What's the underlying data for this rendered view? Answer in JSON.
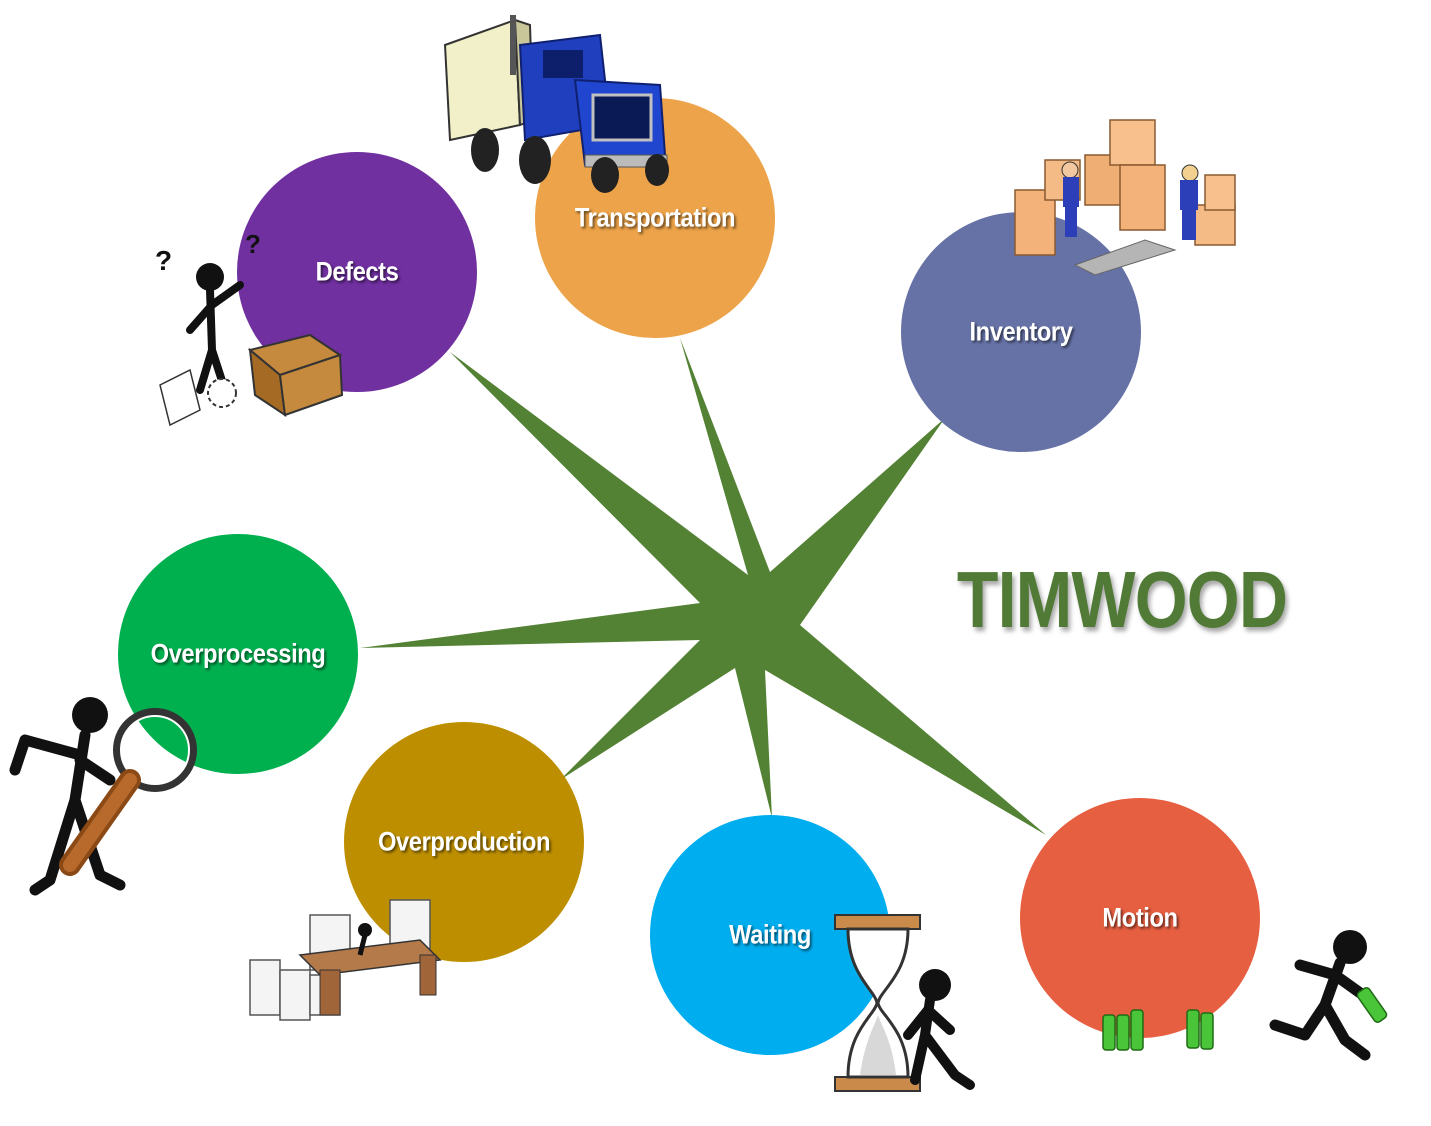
{
  "title": "TIMWOOD",
  "colors": {
    "star": "#548235",
    "title": "#507a35"
  },
  "nodes": [
    {
      "id": "transportation",
      "label": "Transportation",
      "color": "#eda349",
      "icon": "truck-icon"
    },
    {
      "id": "inventory",
      "label": "Inventory",
      "color": "#6672a6",
      "icon": "stacked-boxes-icon"
    },
    {
      "id": "motion",
      "label": "Motion",
      "color": "#e75f41",
      "icon": "running-figure-icon"
    },
    {
      "id": "waiting",
      "label": "Waiting",
      "color": "#00adee",
      "icon": "hourglass-icon"
    },
    {
      "id": "overproduction",
      "label": "Overproduction",
      "color": "#bd8f00",
      "icon": "paper-stacks-desk-icon"
    },
    {
      "id": "overprocessing",
      "label": "Overprocessing",
      "color": "#00b04f",
      "icon": "magnifying-glass-icon"
    },
    {
      "id": "defects",
      "label": "Defects",
      "color": "#7030a0",
      "icon": "confused-figure-box-icon"
    }
  ]
}
